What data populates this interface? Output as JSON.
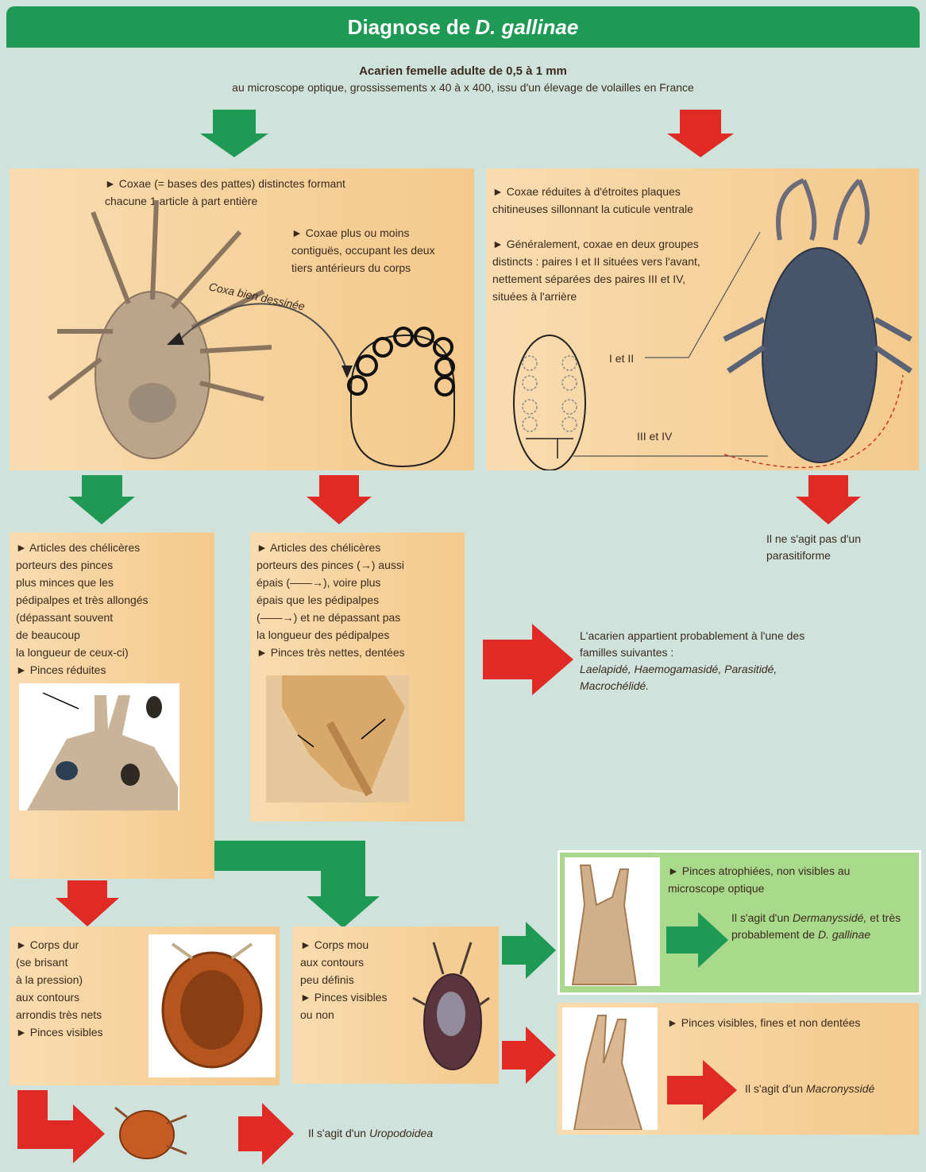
{
  "title_prefix": "Diagnose de",
  "title_species": "D. gallinae",
  "intro": {
    "line1": "Acarien femelle adulte de 0,5 à 1 mm",
    "line2": "au microscope optique, grossissements x 40 à x 400, issu d'un élevage de volailles en France"
  },
  "colors": {
    "green": "#1f9a55",
    "red": "#e02a26",
    "background": "#cfe3dc",
    "box": "#f6d3a0"
  },
  "box_a": {
    "text1": "► Coxae (= bases des pattes) distinctes formant chacune 1 article à part entière",
    "text2": "► Coxae plus ou moins contiguës, occupant les deux tiers antérieurs du corps",
    "curve_label": "Coxa bien dessinée"
  },
  "box_b": {
    "text1": "► Coxae réduites à d'étroites plaques chitineuses sillonnant la cuticule ventrale",
    "text2": "► Généralement, coxae en deux groupes distincts : paires I et II situées vers l'avant, nettement séparées des paires III et IV, situées à l'arrière",
    "label_front": "I et II",
    "label_back": "III et IV"
  },
  "conclusion_parasitiforme": "Il ne s'agit pas d'un parasitiforme",
  "box_c": {
    "lines": [
      "► Articles des chélicères",
      "porteurs des pinces",
      "plus minces que les",
      "pédipalpes et très allongés",
      "(dépassant souvent",
      "de beaucoup",
      "la longueur de ceux-ci)",
      "► Pinces réduites"
    ]
  },
  "box_d": {
    "lines": [
      "► Articles des chélicères",
      "porteurs des pinces (→) aussi",
      "épais (——→), voire plus",
      "épais que les pédipalpes",
      "(——→) et ne dépassant pas",
      "la longueur des pédipalpes",
      "► Pinces très nettes, dentées"
    ]
  },
  "families": {
    "intro": "L'acarien appartient probablement à l'une des familles suivantes :",
    "list": "Laelapidé, Haemogamasidé, Parasitidé, Macrochélidé."
  },
  "box_e": {
    "lines": [
      "► Corps dur",
      "(se brisant",
      "à la pression)",
      "aux contours",
      "arrondis très nets",
      "► Pinces visibles"
    ]
  },
  "box_f": {
    "lines": [
      "► Corps mou",
      "aux contours",
      "peu définis",
      "► Pinces visibles",
      "ou non"
    ]
  },
  "box_g": {
    "text": "► Pinces atrophiées, non visibles au microscope optique",
    "result_prefix": "Il s'agit d'un",
    "result_family": "Dermanyssidé,",
    "result_mid": "et très probablement de",
    "result_species": "D. gallinae"
  },
  "box_h": {
    "text": "► Pinces visibles, fines et non dentées",
    "result_prefix": "Il s'agit d'un",
    "result_family": "Macronyssidé"
  },
  "uropodoidea": {
    "prefix": "Il s'agit d'un",
    "name": "Uropodoidea"
  }
}
